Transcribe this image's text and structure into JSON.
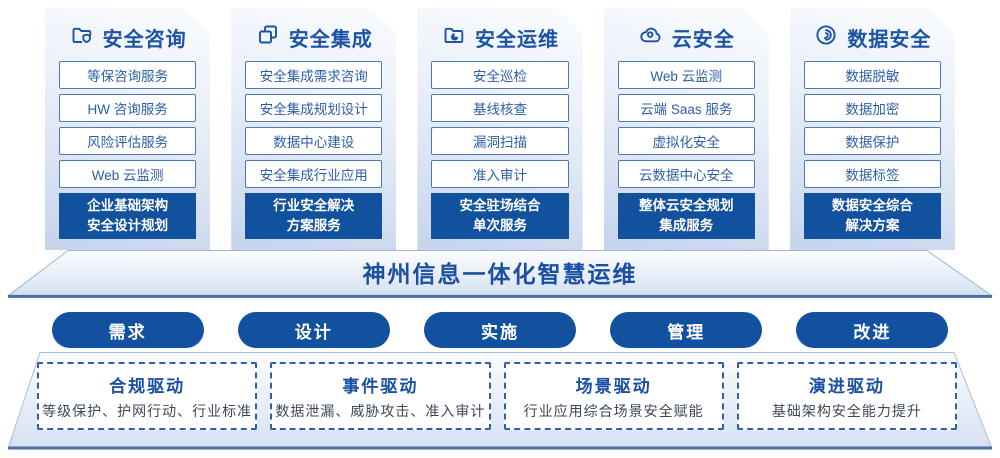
{
  "palette": {
    "primary_blue": "#12519d",
    "text_blue": "#1b53a5",
    "item_border_blue": "#4d77b5",
    "dashed_border_blue": "#2e5faa",
    "desc_grey": "#3f4757",
    "card_gradient_bottom": "#c5d4ec"
  },
  "columns": [
    {
      "title": "安全咨询",
      "icon": "folder-shield-icon",
      "items": [
        "等保咨询服务",
        "HW 咨询服务",
        "风险评估服务",
        "Web 云监测"
      ],
      "highlight": "企业基础架构\n安全设计规划"
    },
    {
      "title": "安全集成",
      "icon": "documents-copy-icon",
      "items": [
        "安全集成需求咨询",
        "安全集成规划设计",
        "数据中心建设",
        "安全集成行业应用"
      ],
      "highlight": "行业安全解决\n方案服务"
    },
    {
      "title": "安全运维",
      "icon": "folder-pie-icon",
      "items": [
        "安全巡检",
        "基线核查",
        "漏洞扫描",
        "准入审计"
      ],
      "highlight": "安全驻场结合\n单次服务"
    },
    {
      "title": "云安全",
      "icon": "cloud-icon",
      "items": [
        "Web 云监测",
        "云端 Saas 服务",
        "虚拟化安全",
        "云数据中心安全"
      ],
      "highlight": "整体云安全规划\n集成服务"
    },
    {
      "title": "数据安全",
      "icon": "fingerprint-icon",
      "items": [
        "数据脱敏",
        "数据加密",
        "数据保护",
        "数据标签"
      ],
      "highlight": "数据安全综合\n解决方案"
    }
  ],
  "banner": {
    "title": "神州信息一体化智慧运维"
  },
  "process_steps": [
    "需求",
    "设计",
    "实施",
    "管理",
    "改进"
  ],
  "drivers": [
    {
      "title": "合规驱动",
      "desc": "等级保护、护网行动、行业标准"
    },
    {
      "title": "事件驱动",
      "desc": "数据泄漏、威胁攻击、准入审计"
    },
    {
      "title": "场景驱动",
      "desc": "行业应用综合场景安全赋能"
    },
    {
      "title": "演进驱动",
      "desc": "基础架构安全能力提升"
    }
  ]
}
